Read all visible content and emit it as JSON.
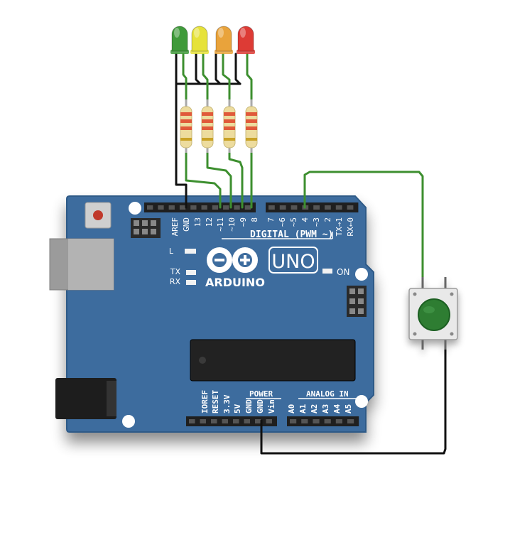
{
  "board": {
    "digital_pins_left": [
      "AREF",
      "GND",
      "13",
      "12",
      "~11",
      "~10",
      "~9",
      "8"
    ],
    "digital_pins_right": [
      "7",
      "~6",
      "~5",
      "4",
      "~3",
      "2",
      "TX→1",
      "RX←0"
    ],
    "digital_label": "DIGITAL (PWM ~)",
    "led_labels": [
      "L",
      "TX",
      "RX"
    ],
    "on_label": "ON",
    "logo_text": "ARDUINO",
    "model": "UNO",
    "power_header": "POWER",
    "power_pins": [
      "IOREF",
      "RESET",
      "3.3V",
      "5V",
      "GND",
      "GND",
      "Vin"
    ],
    "analog_header": "ANALOG IN",
    "analog_pins": [
      "A0",
      "A1",
      "A2",
      "A3",
      "A4",
      "A5"
    ],
    "colors": {
      "board": "#3e6c9e",
      "board_edge": "#2f5a87",
      "text": "#ffffff"
    }
  },
  "leds": [
    {
      "color_name": "green",
      "color": "#3f9a3a"
    },
    {
      "color_name": "yellow",
      "color": "#e6e23a"
    },
    {
      "color_name": "orange",
      "color": "#e9a33b"
    },
    {
      "color_name": "red",
      "color": "#dd3b35"
    }
  ],
  "resistors": {
    "count": 4,
    "colors": {
      "body": "#eddc9e",
      "band": "#e05a3a"
    }
  },
  "button": {
    "cap_color": "#2e7d32",
    "body_color": "#e9e9e9"
  },
  "wires": {
    "signal_color": "#3d8f2f",
    "ground_color": "#111111"
  }
}
